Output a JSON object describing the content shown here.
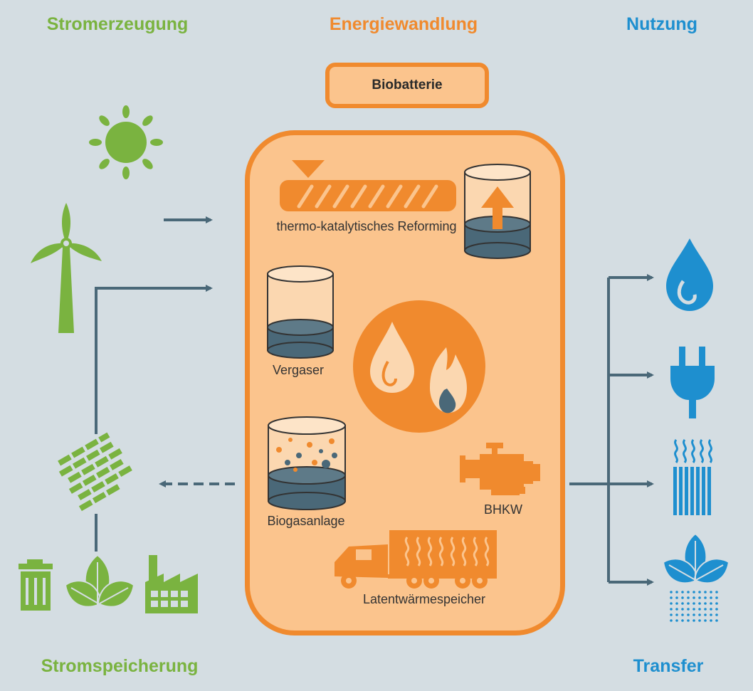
{
  "headings": {
    "stromerzeugung": "Stromerzeugung",
    "energiewandlung": "Energiewandlung",
    "nutzung": "Nutzung",
    "stromspeicherung": "Stromspeicherung",
    "transfer": "Transfer"
  },
  "biobatterie_label": "Biobatterie",
  "process_labels": {
    "reforming": "thermo-katalytisches Reforming",
    "vergaser": "Vergaser",
    "biogasanlage": "Biogasanlage",
    "bhkw": "BHKW",
    "latentwaermespeicher": "Latentwärmespeicher"
  },
  "colors": {
    "background": "#d4dde2",
    "green": "#7ab340",
    "orange": "#f08a2e",
    "light_orange": "#fbc48d",
    "blue": "#1e8fcf",
    "slate": "#4a6878"
  },
  "icons": {
    "left": [
      "sun-icon",
      "wind-turbine-icon",
      "battery-grid-icon",
      "trash-bin-icon",
      "leaves-icon",
      "factory-icon"
    ],
    "center": [
      "hopper-reactor-icon",
      "tank-icon",
      "drop-flame-icon",
      "engine-icon",
      "truck-icon"
    ],
    "right": [
      "water-drop-icon",
      "plug-icon",
      "heat-radiator-icon",
      "plant-irrigation-icon"
    ]
  }
}
